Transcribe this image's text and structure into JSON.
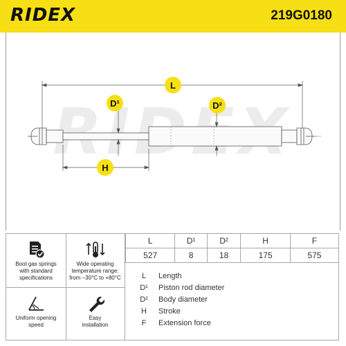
{
  "header": {
    "brand": "RIDEX",
    "part_number": "219G0180"
  },
  "drawing": {
    "watermark": "RIDEX",
    "dim_labels": {
      "length": "L",
      "rod_diameter": "D¹",
      "body_diameter": "D²",
      "stroke": "H"
    }
  },
  "features": [
    {
      "icon": "document-check-icon",
      "text": "Boot gas springs\nwith standard\nspecifications"
    },
    {
      "icon": "thermometer-icon",
      "text": "Wide operating\ntemperature range:\nfrom −30°C to +80°C"
    },
    {
      "icon": "opening-angle-icon",
      "text": "Uniform opening\nspeed"
    },
    {
      "icon": "wrench-icon",
      "text": "Easy\ninstallation"
    }
  ],
  "spec_table": {
    "headers": [
      "L",
      "D¹",
      "D²",
      "H",
      "F"
    ],
    "values": [
      "527",
      "8",
      "18",
      "175",
      "575"
    ]
  },
  "legend": [
    {
      "abbr": "L",
      "desc": "Length"
    },
    {
      "abbr": "D¹",
      "desc": "Piston rod diameter"
    },
    {
      "abbr": "D²",
      "desc": "Body diameter"
    },
    {
      "abbr": "H",
      "desc": "Stroke"
    },
    {
      "abbr": "F",
      "desc": "Extension force"
    }
  ],
  "colors": {
    "brand_yellow": "#f6df14",
    "line_gray": "#a8a8a8"
  }
}
